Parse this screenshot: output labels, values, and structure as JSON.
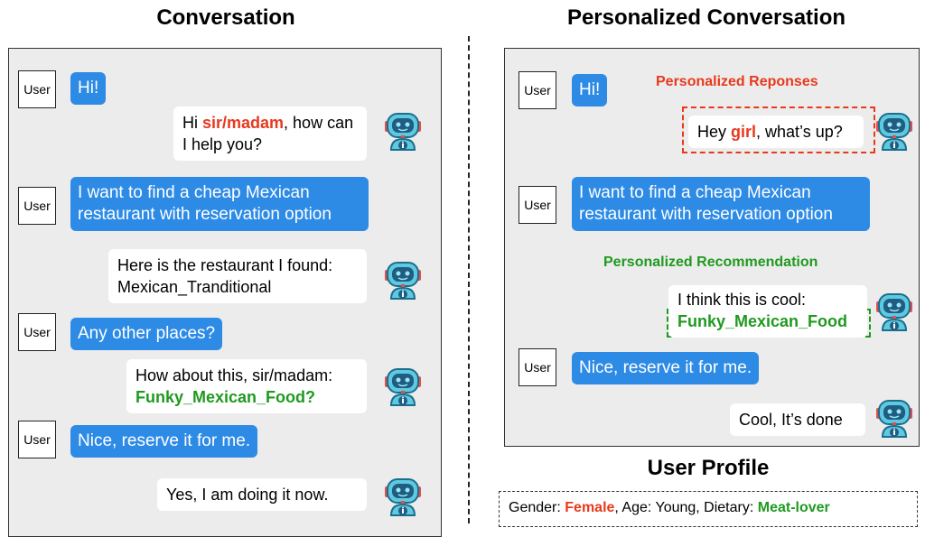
{
  "left": {
    "title": "Conversation",
    "user_label": "User",
    "messages": {
      "u1": "Hi!",
      "b1_pre": "Hi ",
      "b1_hl": "sir/madam",
      "b1_post": ", how can I help you?",
      "u2": "I want to find a cheap Mexican restaurant with reservation option",
      "b2": "Here is the restaurant I found: Mexican_Tranditional",
      "u3": "Any other places?",
      "b3_line1": "How about this, sir/madam:",
      "b3_hl": "Funky_Mexican_Food?",
      "u4": "Nice, reserve it for me.",
      "b4": "Yes, I am doing it now."
    }
  },
  "right": {
    "title": "Personalized Conversation",
    "user_label": "User",
    "label_responses": "Personalized Reponses",
    "label_recommendation": "Personalized Recommendation",
    "messages": {
      "u1": "Hi!",
      "b1_pre": "Hey ",
      "b1_hl": "girl",
      "b1_post": ", what’s up?",
      "u2": "I want to find a cheap Mexican restaurant with reservation option",
      "b2_line1": "I think this is cool:",
      "b2_hl": "Funky_Mexican_Food",
      "u3": "Nice, reserve it for me.",
      "b3": "Cool, It’s done"
    }
  },
  "profile": {
    "title": "User Profile",
    "gender_label": "Gender: ",
    "gender_value": "Female",
    "age_text": ", Age: Young, Dietary: ",
    "dietary_value": "Meat-lover"
  },
  "colors": {
    "user_bubble": "#2d8be6",
    "panel": "#ececec",
    "highlight_red": "#e8391d",
    "highlight_green": "#1f9a1f"
  },
  "icons": {
    "bot": "robot-icon"
  }
}
